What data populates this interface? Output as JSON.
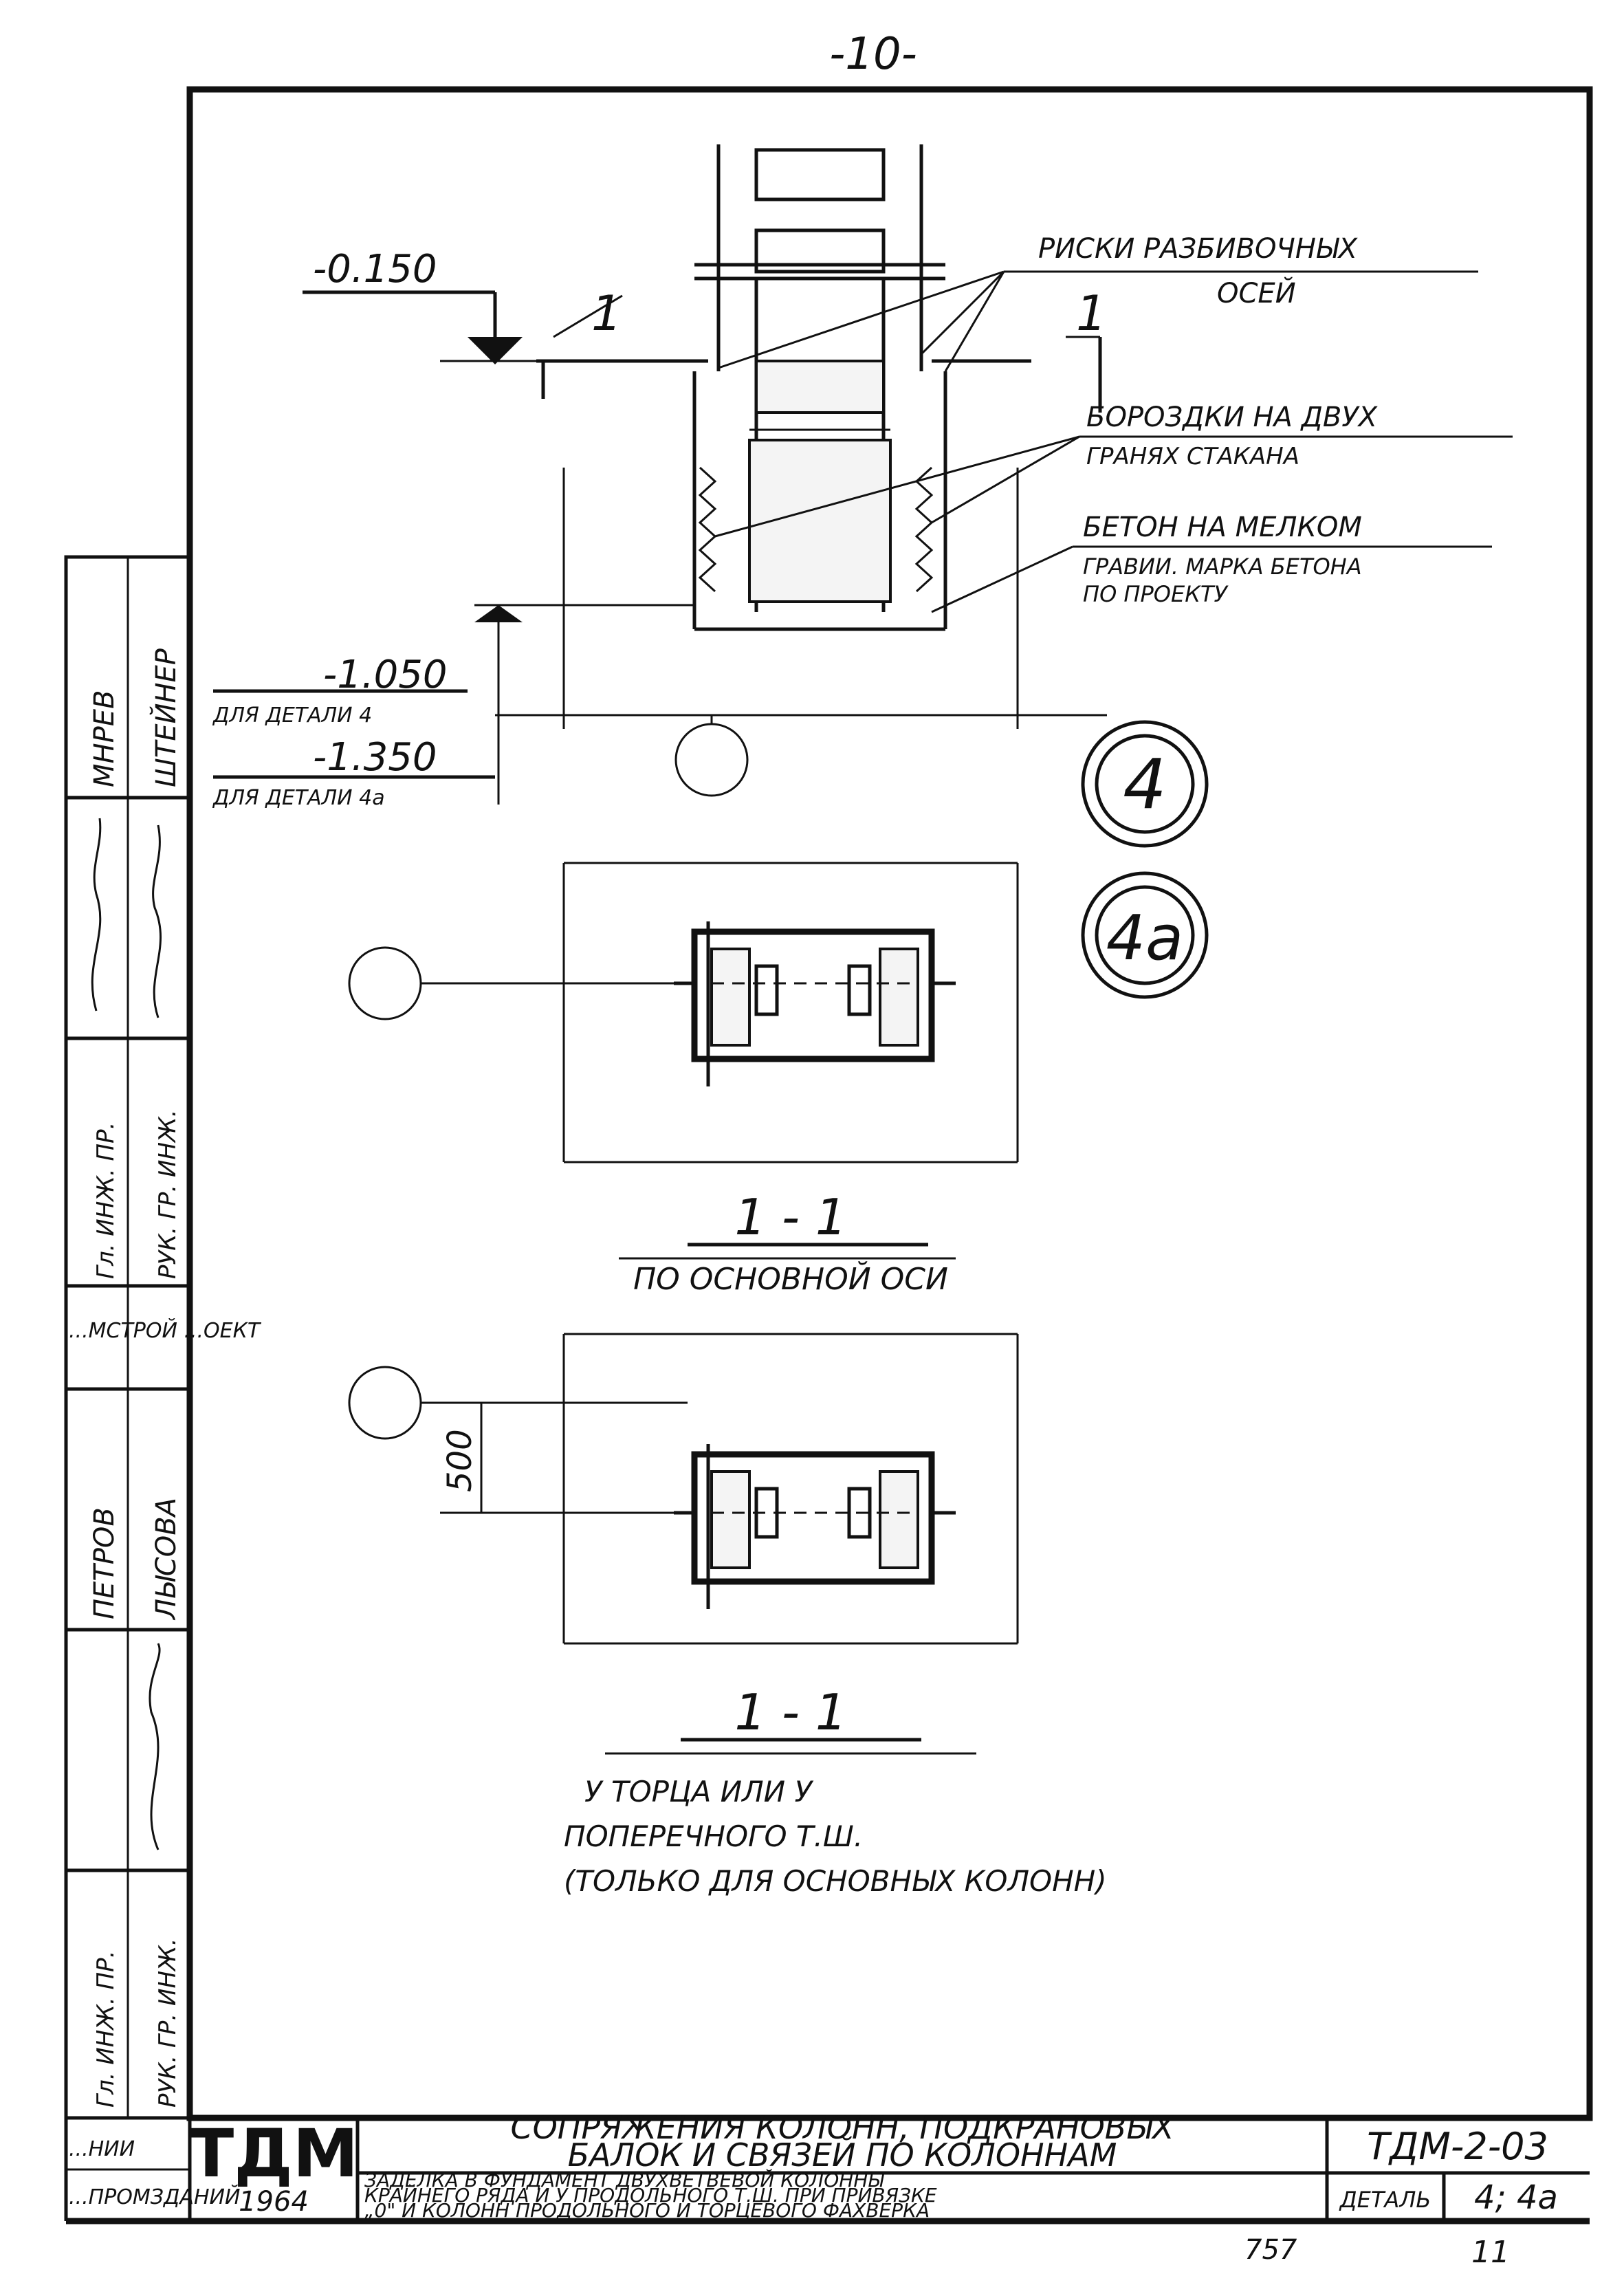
{
  "page_number": "-10-",
  "top_detail": {
    "level_top": "-0.150",
    "level_bottom_4": "-1.050",
    "caption_4": "ДЛЯ ДЕТАЛИ 4",
    "level_bottom_4a": "-1.350",
    "caption_4a": "ДЛЯ ДЕТАЛИ 4а",
    "section_mark": "1",
    "callout_axes_1": "РИСКИ РАЗБИВОЧНЫХ",
    "callout_axes_2": "ОСЕЙ",
    "callout_grooves_1": "БОРОЗДКИ НА ДВУХ",
    "callout_grooves_2": "ГРАНЯХ СТАКАНА",
    "callout_concrete_1": "БЕТОН НА МЕЛКОМ",
    "callout_concrete_2": "ГРАВИИ. МАРКА БЕТОНА",
    "callout_concrete_3": "ПО ПРОЕКТУ"
  },
  "detail_marks": [
    "4",
    "4а"
  ],
  "plan_1": {
    "title": "1 - 1",
    "subtitle": "ПО ОСНОВНОЙ ОСИ"
  },
  "plan_2": {
    "dimension": "500",
    "title": "1 - 1",
    "subtitle_1": "У ТОРЦА ИЛИ У",
    "subtitle_2": "ПОПЕРЕЧНОГО Т.Ш.",
    "subtitle_3": "(ТОЛЬКО ДЛЯ ОСНОВНЫХ КОЛОНН)"
  },
  "side_stamp": {
    "roles": [
      "Гл. ИНЖ. ПР.",
      "РУК. ГР. ИНЖ.",
      "Гл. ИНЖ. ПР.",
      "РУК. ГР. ИНЖ."
    ],
    "names": [
      "МНРЕВ",
      "ШТЕЙНЕР",
      "ПЕТРОВ",
      "ЛЫСОВА"
    ],
    "organization": "...МСТРОЙ ...ОЕКТ",
    "institute_1": "...НИИ",
    "institute_2": "...ПРОМЗДАНИЙ"
  },
  "title_block": {
    "logo": "ТДМ",
    "year": "1964",
    "title_1": "СОПРЯЖЕНИЯ КОЛОНН, ПОДКРАНОВЫХ",
    "title_2": "БАЛОК И СВЯЗЕЙ ПО КОЛОННАМ",
    "desc_1": "ЗАДЕЛКА В ФУНДАМЕНТ ДВУХВЕТВЕВОЙ КОЛОННЫ",
    "desc_2": "КРАЙНЕГО РЯДА И У ПРОДОЛЬНОГО Т.Ш. ПРИ ПРИВЯЗКЕ",
    "desc_3": "„0\" И КОЛОНН ПРОДОЛЬНОГО И ТОРЦЕВОГО ФАХВЕРКА",
    "series": "ТДМ-2-03",
    "detail_label": "ДЕТАЛЬ",
    "detail_value": "4; 4а"
  },
  "footer": {
    "archive_no": "757",
    "sheet_no": "11"
  }
}
